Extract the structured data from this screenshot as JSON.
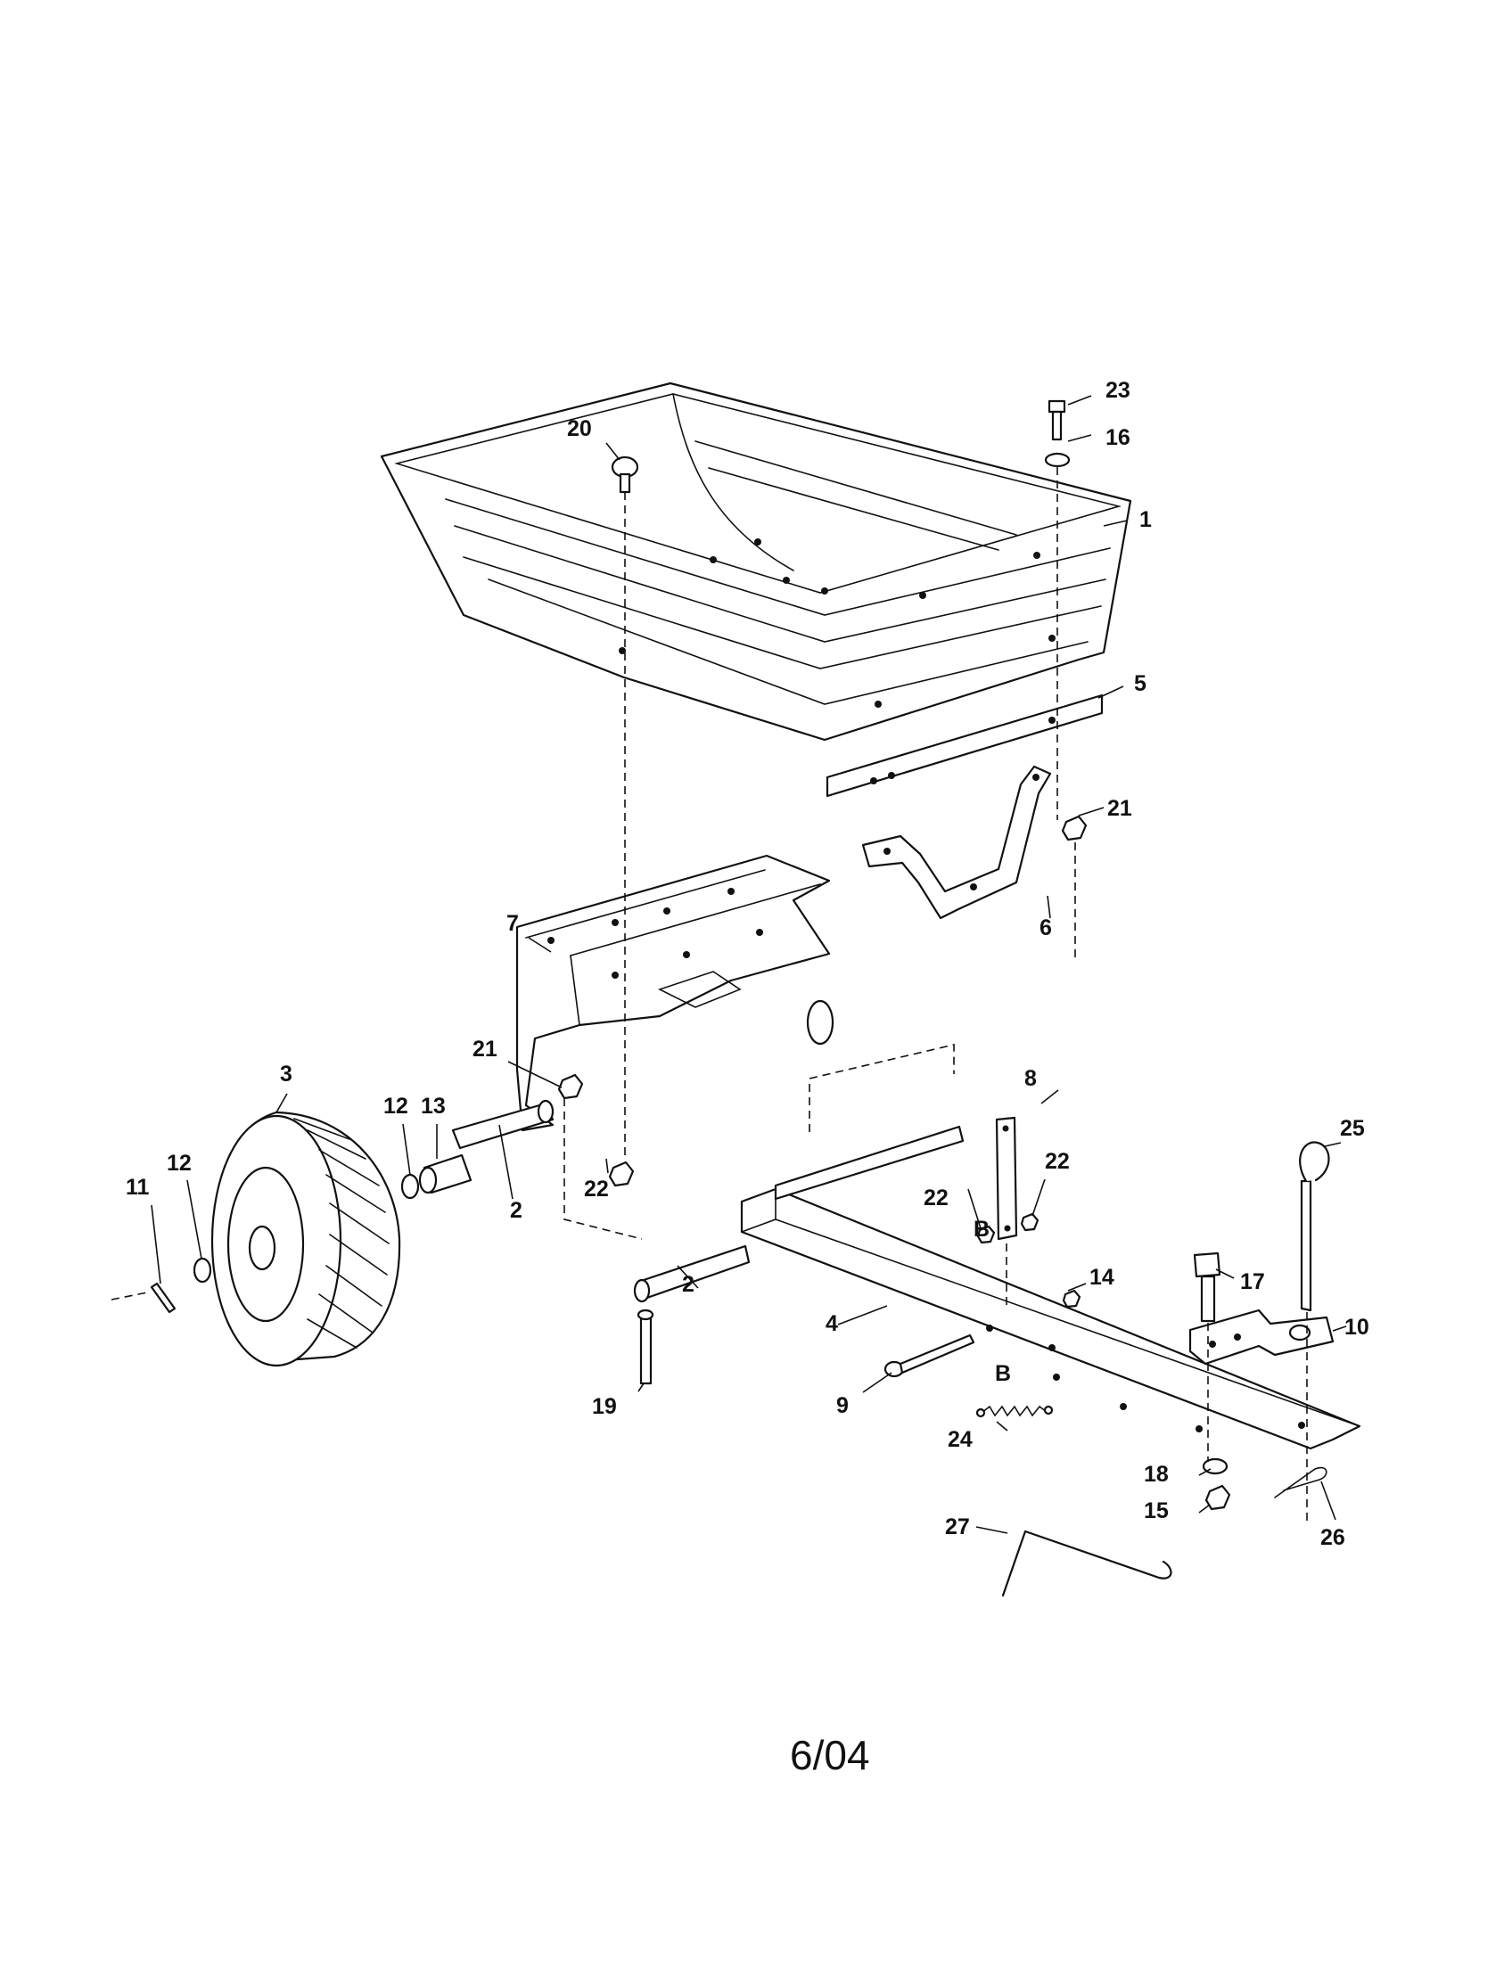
{
  "callouts": {
    "c1": "1",
    "c2a": "2",
    "c2b": "2",
    "c3": "3",
    "c4": "4",
    "c5": "5",
    "c6": "6",
    "c7": "7",
    "c8": "8",
    "c9": "9",
    "c10": "10",
    "c11": "11",
    "c12a": "12",
    "c12b": "12",
    "c13": "13",
    "c14": "14",
    "c15": "15",
    "c16": "16",
    "c17": "17",
    "c18": "18",
    "c19": "19",
    "c20": "20",
    "c21a": "21",
    "c21b": "21",
    "c22a": "22",
    "c22b": "22",
    "c22c": "22",
    "c23": "23",
    "c24": "24",
    "c25": "25",
    "c26": "26",
    "c27": "27",
    "ba": "B",
    "bb": "B"
  },
  "footer": {
    "date": "6/04"
  }
}
